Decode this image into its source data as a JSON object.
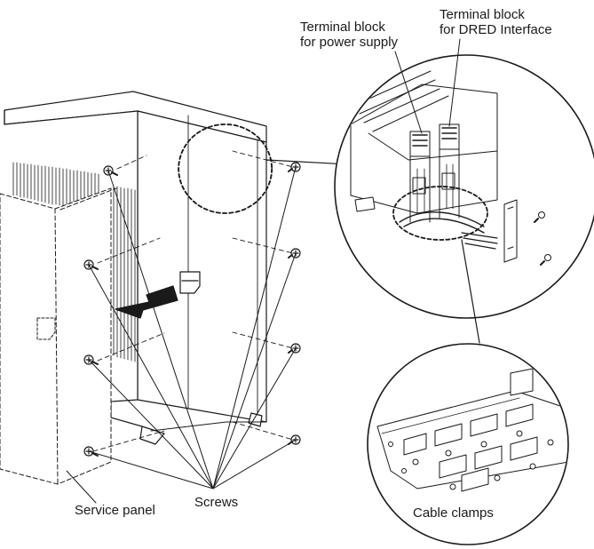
{
  "labels": {
    "terminal_block_power_line1": "Terminal block",
    "terminal_block_power_line2": "for power supply",
    "terminal_block_dred_line1": "Terminal block",
    "terminal_block_dred_line2": "for DRED Interface",
    "screws": "Screws",
    "service_panel": "Service panel",
    "cable_clamps": "Cable clamps"
  }
}
